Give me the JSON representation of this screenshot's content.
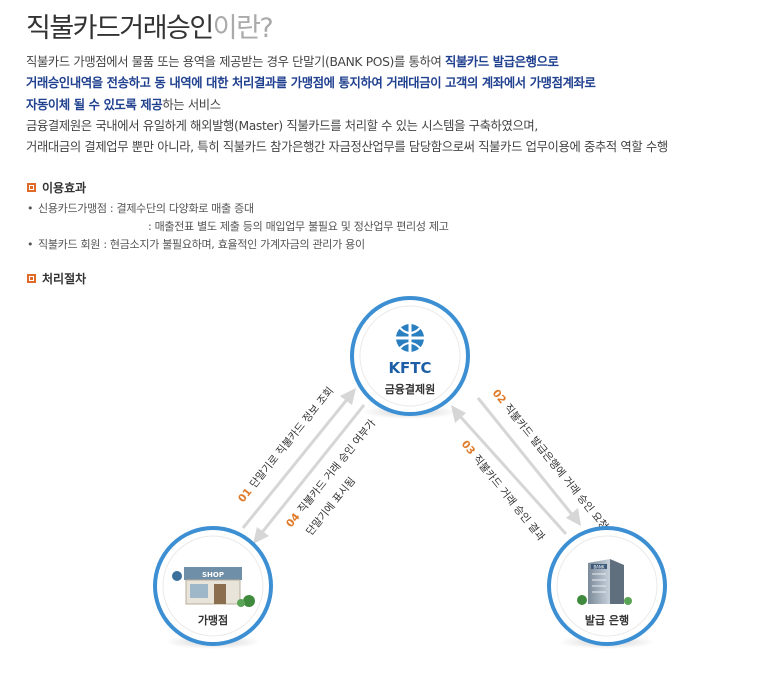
{
  "title": {
    "main": "직불카드거래승인",
    "suffix": "이란?"
  },
  "intro": {
    "l1_a": "직불카드 가맹점에서 물품 또는 용역을 제공받는 경우 단말기(BANK POS)를 통하여 ",
    "l1_b": "직불카드 발급은행으로",
    "l2": "거래승인내역을 전송하고 동 내역에 대한 처리결과를 가맹점에 통지하여 거래대금이 고객의 계좌에서 가맹점계좌로",
    "l3_a": "자동이체 될 수 있도록 제공",
    "l3_b": "하는 서비스",
    "l4": "금융결제원은 국내에서 유일하게 해외발행(Master) 직불카드를 처리할 수 있는 시스템을 구축하였으며,",
    "l5": "거래대금의 결제업무 뿐만 아니라, 특히 직불카드 참가은행간 자금정산업무를 담당함으로써 직불카드 업무이용에 중추적 역할 수행"
  },
  "effects": {
    "heading": "이용효과",
    "bullet": "•",
    "items": [
      "신용카드가맹점 : 결제수단의 다양화로 매출 증대",
      ": 매출전표 별도 제출 등의 매입업무 불필요 및 정산업무 편리성 제고",
      "직불카드 회원 : 현금소지가 불필요하며, 효율적인 가계자금의 관리가 용이"
    ]
  },
  "process": {
    "heading": "처리절차",
    "nodes": {
      "center": {
        "logo": "KFTC",
        "label": "금융결제원"
      },
      "left": {
        "sign": "SHOP",
        "label": "가맹점"
      },
      "right": {
        "sign": "BANK",
        "label": "발급 은행"
      }
    },
    "steps": [
      {
        "num": "01",
        "text": "단말기로 직불카드 정보 조회"
      },
      {
        "num": "04",
        "line1": "직불카드 거래 승인 여부가",
        "line2": "단말기에 표시됨"
      },
      {
        "num": "02",
        "text": "직불카드 발급은행에 거래 승인 요청"
      },
      {
        "num": "03",
        "text": "직불카드 거래 승인 결과"
      }
    ],
    "colors": {
      "accent": "#e07b2a",
      "ring": "#3c8fd2",
      "arrow": "#d6d6d6",
      "text": "#333333"
    }
  }
}
